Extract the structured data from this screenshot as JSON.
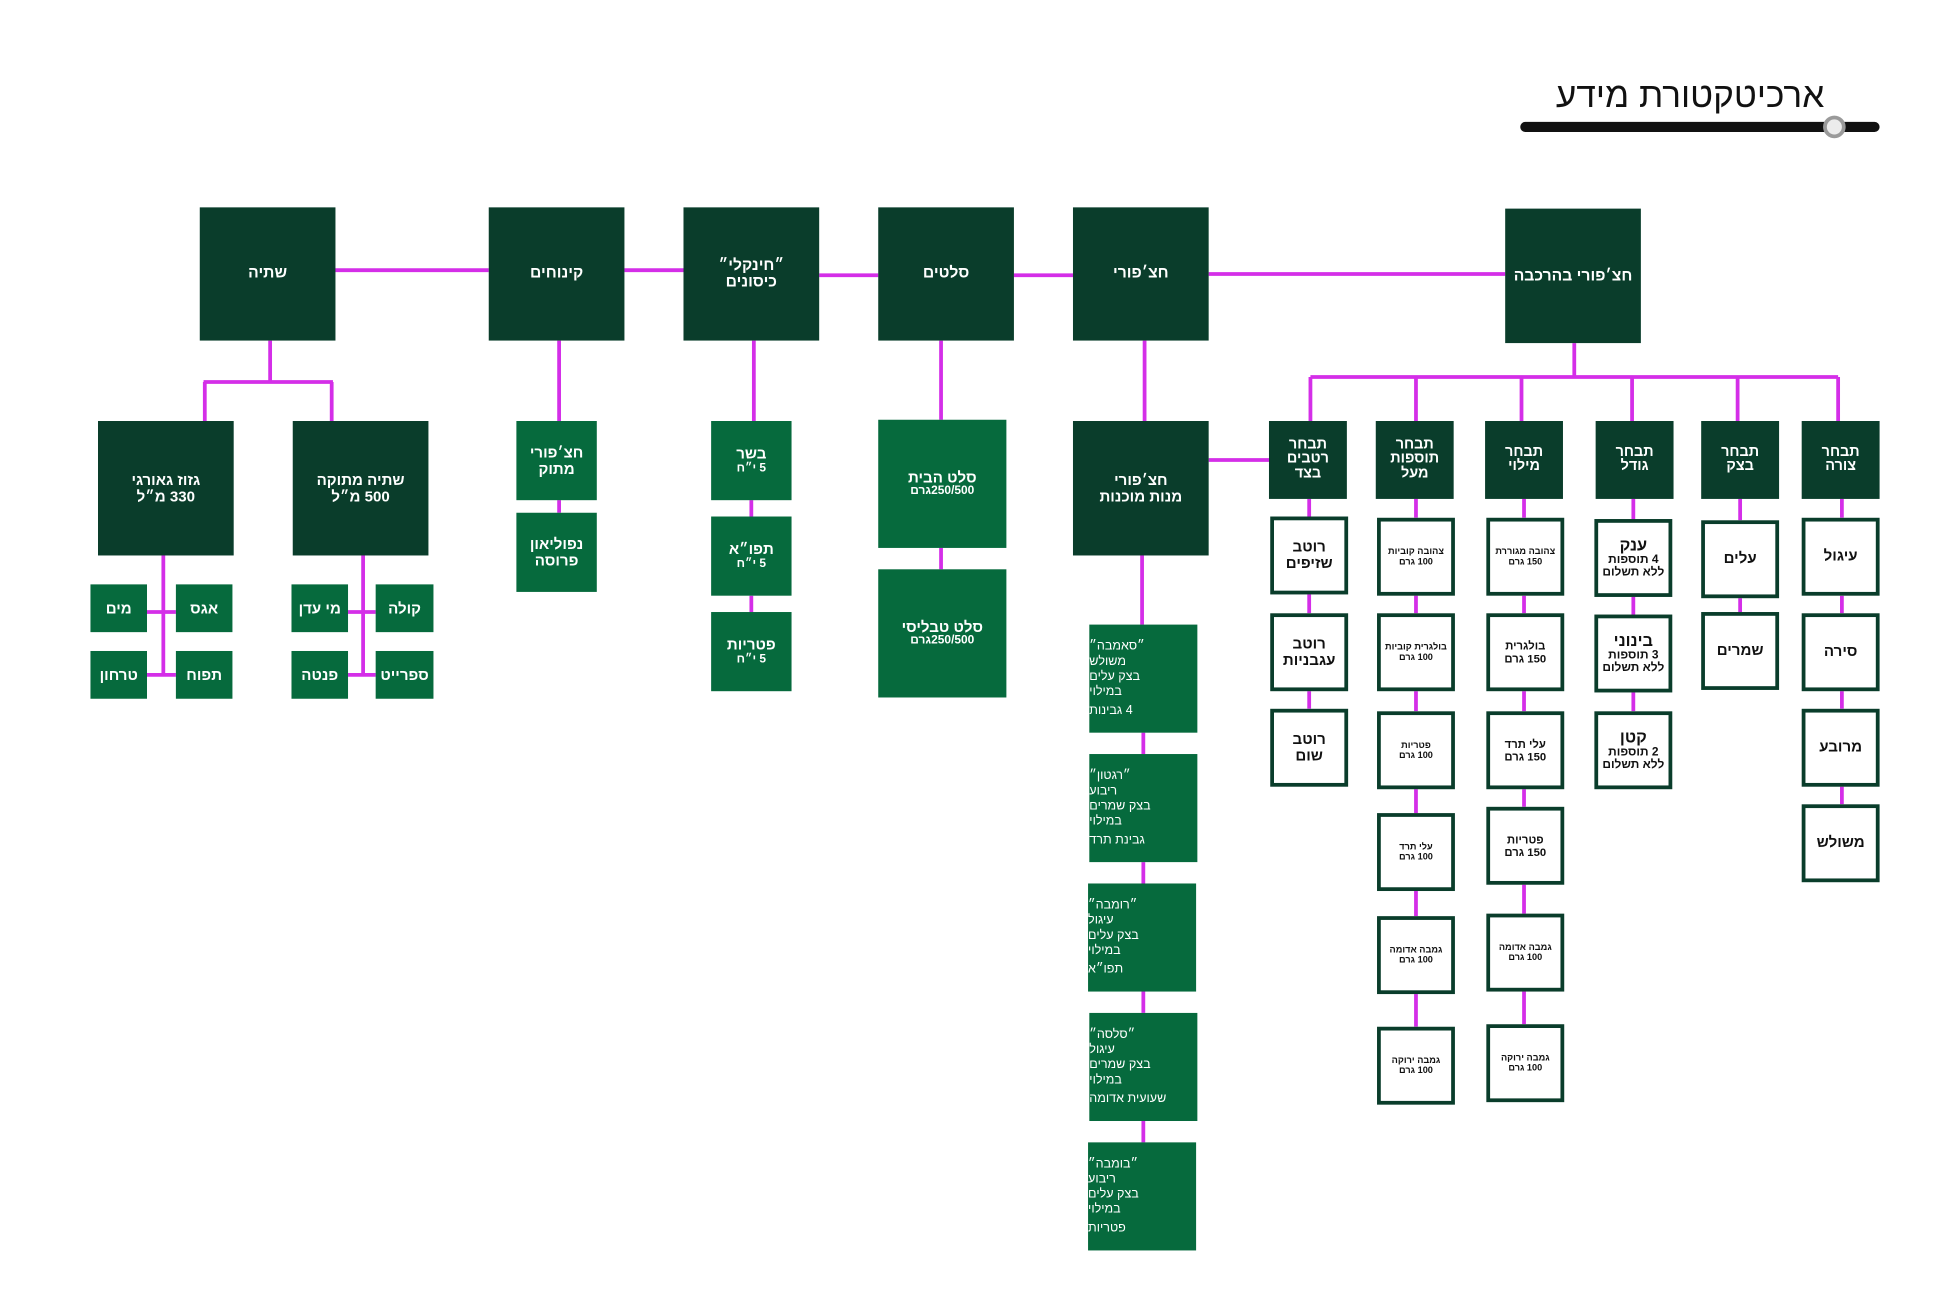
{
  "page": {
    "title": "ארכיטקטורת מידע"
  },
  "colors": {
    "dark": "#0a3d2b",
    "medium": "#066a3d",
    "connector": "#d42ee8",
    "text": "#111111"
  },
  "drinks": {
    "label": "שתיה",
    "groups": [
      {
        "label": [
          "גזוז גאורגי",
          "330 מ״ל"
        ],
        "items": [
          "מים",
          "אגס",
          "טרחון",
          "תפוח"
        ]
      },
      {
        "label": [
          "שתיה מתוקה",
          "500 מ״ל"
        ],
        "items": [
          "מי עדן",
          "קולה",
          "פנטה",
          "ספרייט"
        ]
      }
    ]
  },
  "desserts": {
    "label": "קינוחים",
    "items": [
      [
        "חצ׳פורי",
        "מתוק"
      ],
      [
        "נפוליאון",
        "פרוסה"
      ]
    ]
  },
  "khinkali": {
    "label": [
      "״חינקלי״",
      "כיסונים"
    ],
    "items": [
      [
        "בשר",
        "5 י״ח"
      ],
      [
        "תפו״א",
        "5 י״ח"
      ],
      [
        "פטריות",
        "5 י״ח"
      ]
    ]
  },
  "salads": {
    "label": "סלטים",
    "items": [
      [
        "סלט הבית",
        "250/500גרם"
      ],
      [
        "סלט טבליסי",
        "250/500גרם"
      ]
    ]
  },
  "khachapuri": {
    "label": "חצ׳פורי",
    "ready_made": {
      "label": [
        "חצ׳פורי",
        "מנות מוכנות"
      ],
      "items": [
        [
          "״סאמבה״",
          "משולש",
          "בצק עלים",
          "במילוי",
          "4 גבינות"
        ],
        [
          "״רגטון״",
          "ריבוע",
          "בצק שמרים",
          "במילוי",
          "גבינת תרד"
        ],
        [
          "״רומבה״",
          "עיגול",
          "בצק עלים",
          "במילוי",
          "תפו״א"
        ],
        [
          "״סלסה״",
          "עיגול",
          "בצק שמרים",
          "במילוי",
          "שעועית אדומה"
        ],
        [
          "״בומבה״",
          "ריבוע",
          "בצק עלים",
          "במילוי",
          "פטריות"
        ]
      ]
    }
  },
  "build": {
    "label": "חצ׳פורי בהרכבה",
    "steps": {
      "shape": {
        "label": [
          "תבחר",
          "צורה"
        ],
        "options": [
          "עיגול",
          "סירה",
          "מרובע",
          "משולש"
        ]
      },
      "dough": {
        "label": [
          "תבחר",
          "בצק"
        ],
        "options": [
          "עלים",
          "שמרים"
        ]
      },
      "size": {
        "label": [
          "תבחר",
          "גודל"
        ],
        "options": [
          [
            "ענק",
            "4 תוספות",
            "ללא תשלום"
          ],
          [
            "בינוני",
            "3 תוספות",
            "ללא תשלום"
          ],
          [
            "קטן",
            "2 תוספות",
            "ללא תשלום"
          ]
        ]
      },
      "filling": {
        "label": [
          "תבחר",
          "מילוי"
        ],
        "options": [
          [
            "צהובה מגוררת",
            "150 גרם"
          ],
          [
            "בולגרית",
            "150 גרם"
          ],
          [
            "עלי תרד",
            "150 גרם"
          ],
          [
            "פטריות",
            "150 גרם"
          ],
          [
            "גמבה אדומה",
            "100 גרם"
          ],
          [
            "גמבה ירוקה",
            "100 גרם"
          ]
        ]
      },
      "toppings": {
        "label": [
          "תבחר",
          "תוספות",
          "מעל"
        ],
        "options": [
          [
            "צהובה קוביות",
            "100 גרם"
          ],
          [
            "בולגרית קוביות",
            "100 גרם"
          ],
          [
            "פטריות",
            "100 גרם"
          ],
          [
            "עלי תרד",
            "100 גרם"
          ],
          [
            "גמבה אדומה",
            "100 גרם"
          ],
          [
            "גמבה ירוקה",
            "100 גרם"
          ]
        ]
      },
      "sauces": {
        "label": [
          "תבחר",
          "רטבים",
          "בצד"
        ],
        "options": [
          [
            "רוטב",
            "שזיפים"
          ],
          [
            "רוטב",
            "עגבניות"
          ],
          [
            "רוטב",
            "שום"
          ]
        ]
      }
    }
  }
}
